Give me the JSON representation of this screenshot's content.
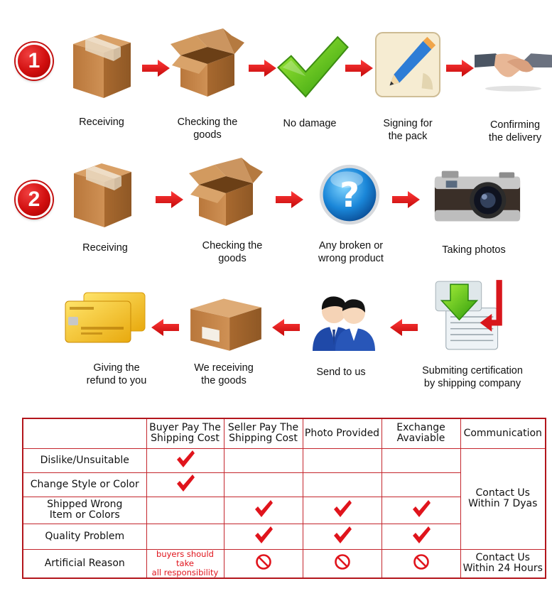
{
  "colors": {
    "arrow": "#e0141c",
    "table_border": "#c4262d",
    "note": "#e0141c",
    "box": "#c98a4b"
  },
  "row1": {
    "number": "1",
    "steps": [
      {
        "label": "Receiving",
        "icon": "closed-box-icon"
      },
      {
        "label": "Checking the\ngoods",
        "icon": "open-box-icon"
      },
      {
        "label": "No damage",
        "icon": "green-check-icon"
      },
      {
        "label": "Signing for\nthe pack",
        "icon": "pencil-icon"
      },
      {
        "label": "Confirming\nthe delivery",
        "icon": "handshake-icon"
      }
    ]
  },
  "row2": {
    "number": "2",
    "steps": [
      {
        "label": "Receiving",
        "icon": "closed-box-icon"
      },
      {
        "label": "Checking the\ngoods",
        "icon": "open-box-icon"
      },
      {
        "label": "Any broken or\nwrong product",
        "icon": "question-icon"
      },
      {
        "label": "Taking photos",
        "icon": "camera-icon"
      }
    ]
  },
  "row3": {
    "steps": [
      {
        "label": "Giving the\nrefund to you",
        "icon": "credit-card-icon"
      },
      {
        "label": "We receiving\nthe goods",
        "icon": "parcel-icon"
      },
      {
        "label": "Send to us",
        "icon": "support-agents-icon"
      },
      {
        "label": "Submiting certification\nby shipping company",
        "icon": "download-document-icon"
      }
    ]
  },
  "table": {
    "headers": [
      "",
      "Buyer Pay The\nShipping Cost",
      "Seller Pay The\nShipping Cost",
      "Photo Provided",
      "Exchange\nAvaviable",
      "Communication"
    ],
    "rows": [
      {
        "label": "Dislike/Unsuitable",
        "marks": [
          "check",
          "",
          "",
          ""
        ]
      },
      {
        "label": "Change Style or Color",
        "marks": [
          "check",
          "",
          "",
          ""
        ]
      },
      {
        "label": "Shipped Wrong\nItem or Colors",
        "marks": [
          "",
          "check",
          "check",
          "check"
        ]
      },
      {
        "label": "Quality Problem",
        "marks": [
          "",
          "check",
          "check",
          "check"
        ]
      },
      {
        "label": "Artificial Reason",
        "marks": [
          "note",
          "no",
          "no",
          "no"
        ]
      }
    ],
    "note": "buyers should take\nall responsibility",
    "communication": [
      "Contact Us\nWithin 7 Dyas",
      "Contact Us\nWithin 24 Hours"
    ]
  }
}
